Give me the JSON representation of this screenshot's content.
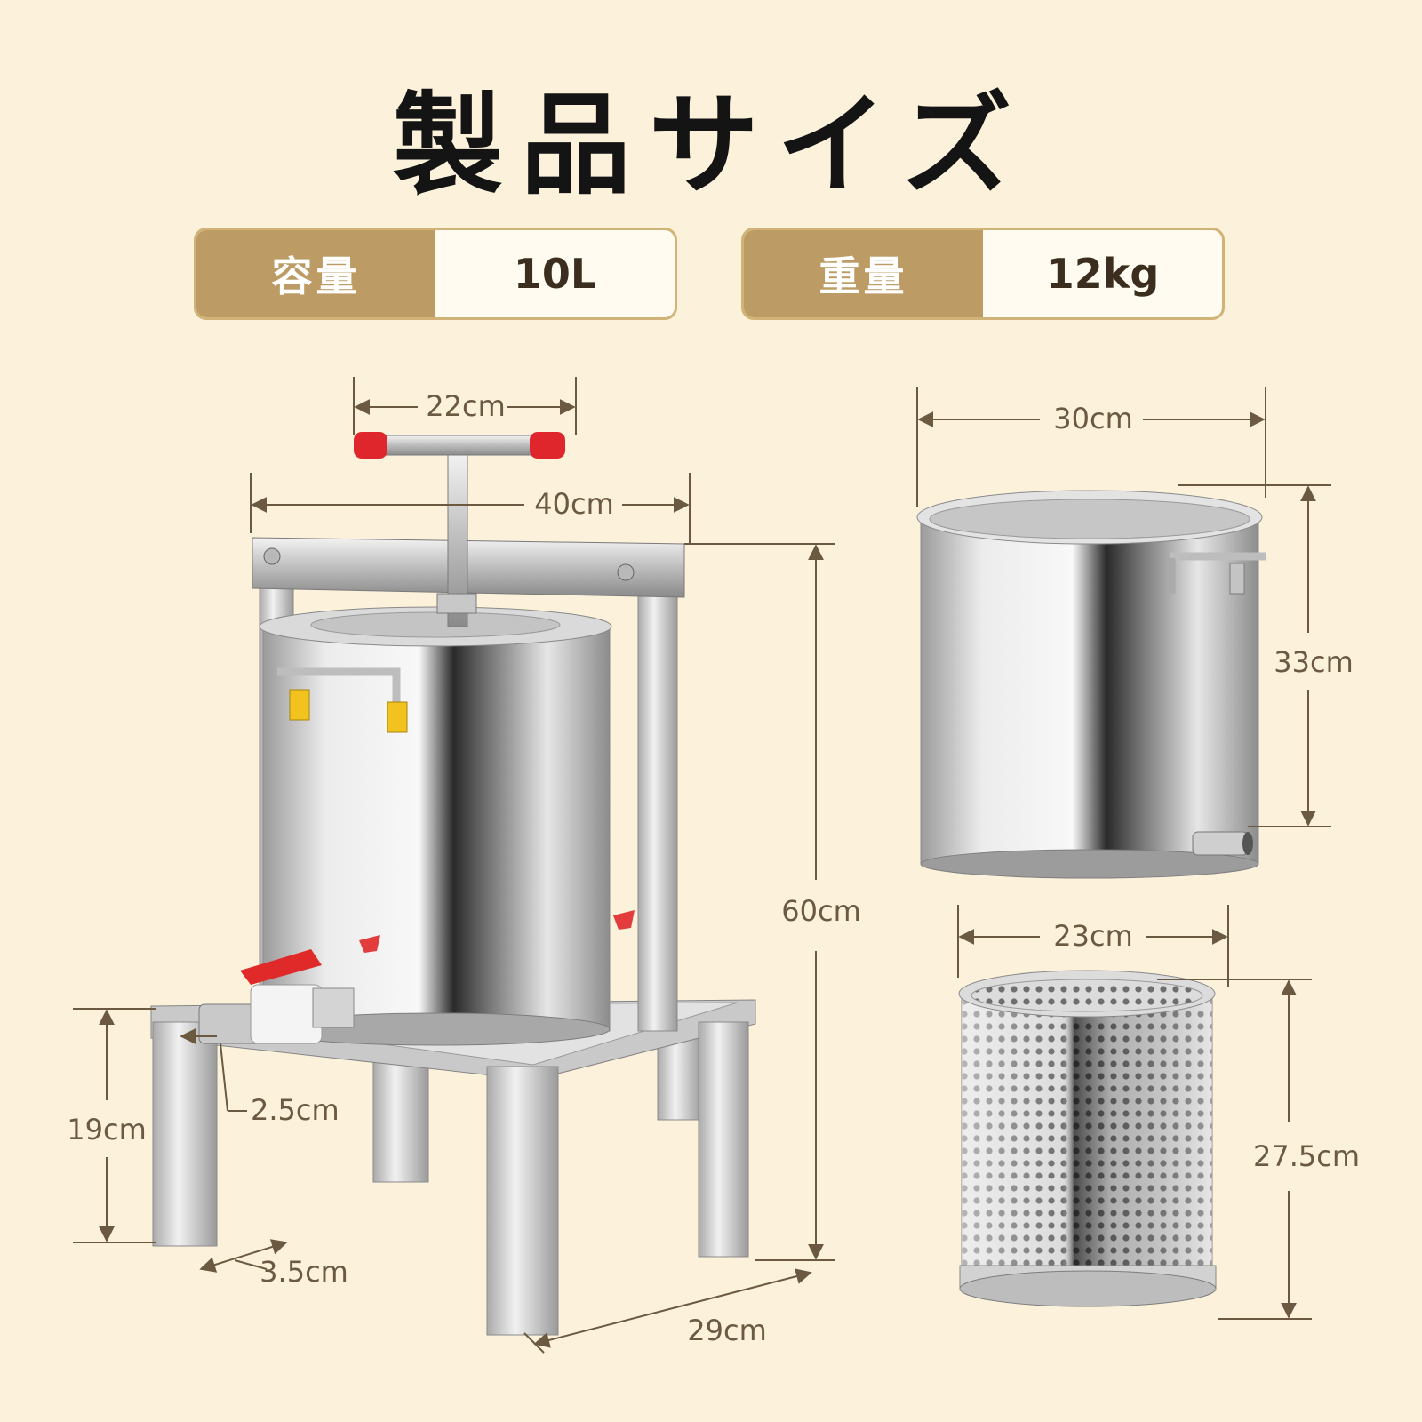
{
  "title": "製品サイズ",
  "specs": [
    {
      "label": "容量",
      "value": "10L"
    },
    {
      "label": "重量",
      "value": "12kg"
    }
  ],
  "dimensions": {
    "handle_width": "22cm",
    "frame_width": "40cm",
    "total_height": "60cm",
    "outlet_diameter": "2.5cm",
    "stand_height": "19cm",
    "leg_width": "3.5cm",
    "stand_depth": "29cm",
    "barrel_diameter": "30cm",
    "barrel_height": "33cm",
    "basket_diameter": "23cm",
    "basket_height": "27.5cm"
  },
  "colors": {
    "background": "#fcf2dc",
    "label_fill": "#bc9c64",
    "border": "#d1b377",
    "dimension_line": "#6b5a41"
  }
}
